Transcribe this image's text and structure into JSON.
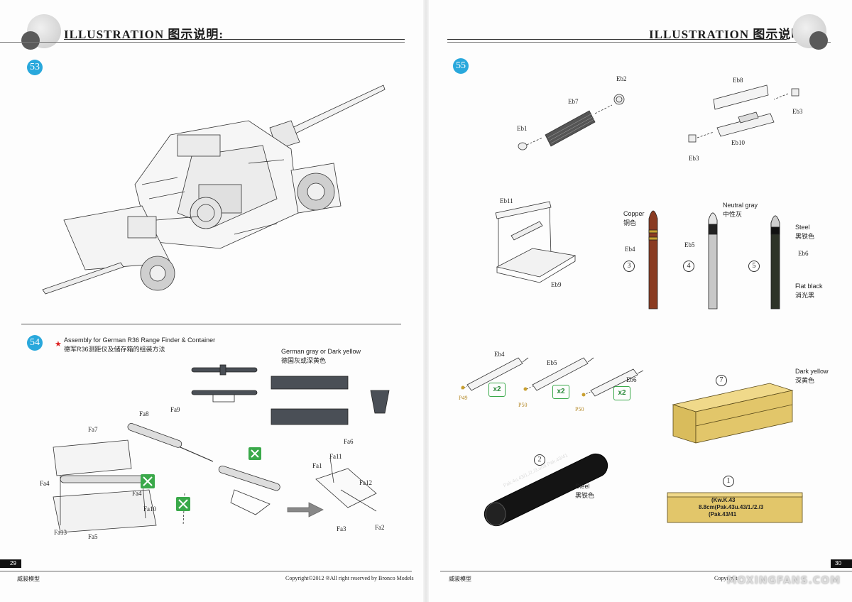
{
  "header": {
    "left_title": "ILLUSTRATION 图示说明:",
    "right_title": "ILLUSTRATION 图示说明:"
  },
  "steps": {
    "s53": "53",
    "s54": "54",
    "s55": "55"
  },
  "step54": {
    "title_en": "Assembly for German R36 Range Finder & Container",
    "title_cn": "德军R36测距仪及储存箱的组装方法",
    "color_note_en": "German gray  or Dark yellow",
    "color_note_cn": "德国灰或深黄色",
    "parts": {
      "fa1": "Fa1",
      "fa2": "Fa2",
      "fa3": "Fa3",
      "fa4a": "Fa4",
      "fa4b": "Fa4",
      "fa5": "Fa5",
      "fa6": "Fa6",
      "fa7": "Fa7",
      "fa8": "Fa8",
      "fa9": "Fa9",
      "fa10": "Fa10",
      "fa11": "Fa11",
      "fa12": "Fa12",
      "fa13": "Fa13"
    }
  },
  "step55": {
    "parts": {
      "eb1": "Eb1",
      "eb2": "Eb2",
      "eb3": "Eb3",
      "eb3b": "Eb3",
      "eb4": "Eb4",
      "eb4b": "Eb4",
      "eb5": "Eb5",
      "eb5b": "Eb5",
      "eb6": "Eb6",
      "eb6b": "Eb6",
      "eb7": "Eb7",
      "eb8": "Eb8",
      "eb9": "Eb9",
      "eb10": "Eb10",
      "eb11": "Eb11"
    },
    "colors": {
      "copper_en": "Copper",
      "copper_cn": "铜色",
      "neutral_en": "Neutral gray",
      "neutral_cn": "中性灰",
      "steel_en": "Steel",
      "steel_cn": "黑铁色",
      "flat_en": "Flat black",
      "flat_cn": "消光黑",
      "steel2_en": "Steel",
      "steel2_cn": "黑铁色",
      "dark_yellow_en": "Dark yellow",
      "dark_yellow_cn": "深黄色"
    },
    "callouts": {
      "c1": "1",
      "c2": "2",
      "c3": "3",
      "c4": "4",
      "c5": "5",
      "c7": "7"
    },
    "multipliers": {
      "m1": "x2",
      "m2": "x2",
      "m3": "x2"
    },
    "pins": {
      "p49": "P49",
      "p50a": "P50",
      "p50b": "P50"
    },
    "tube_text": "Pak.4u.43/1./2./3.und Pak.43/41",
    "box_text": {
      "line1": "(Kw.K.43",
      "line2": "8.8cm(Pak.43u.43/1./2./3",
      "line3": "(Pak.43/41"
    },
    "swatches": {
      "copper": "#8a3b22",
      "neutral": "#c8c8c8",
      "black": "#2e3328",
      "dark_yellow": "#e2c66a",
      "german_gray": "#4a4f56",
      "step_blue": "#29a8dc"
    }
  },
  "footer": {
    "left_page": "29",
    "right_page": "30",
    "left_brand": "威骏模型",
    "right_brand": "威骏模型",
    "copyright": "Copyright©2012  ®All right reserved by Bronco Models",
    "copyright_right": "Copyright",
    "watermark": "MOXINGFANS.COM"
  }
}
